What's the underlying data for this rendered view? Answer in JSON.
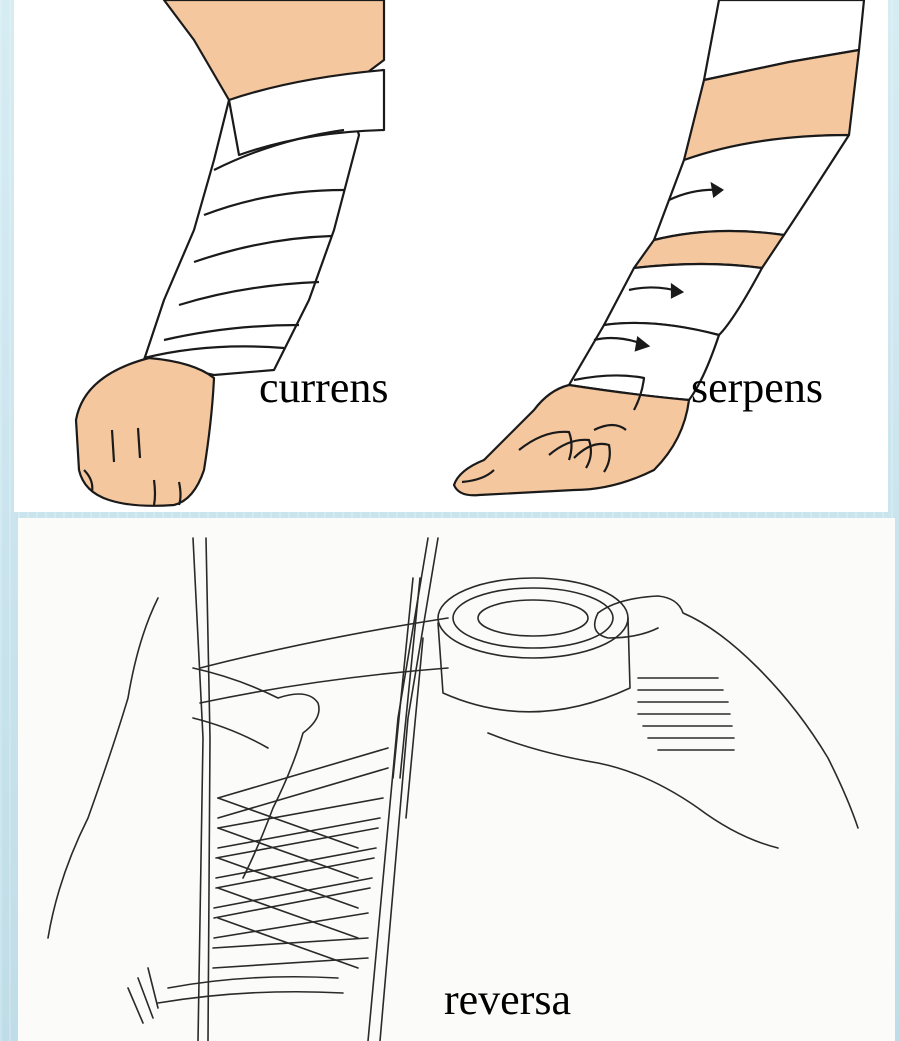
{
  "labels": {
    "currens": "currens",
    "serpens": "serpens",
    "reversa": "reversa"
  },
  "colors": {
    "skin": "#f5c79e",
    "bandage": "#ffffff",
    "outline": "#1a1a1a",
    "background": "#c9e4ee"
  }
}
